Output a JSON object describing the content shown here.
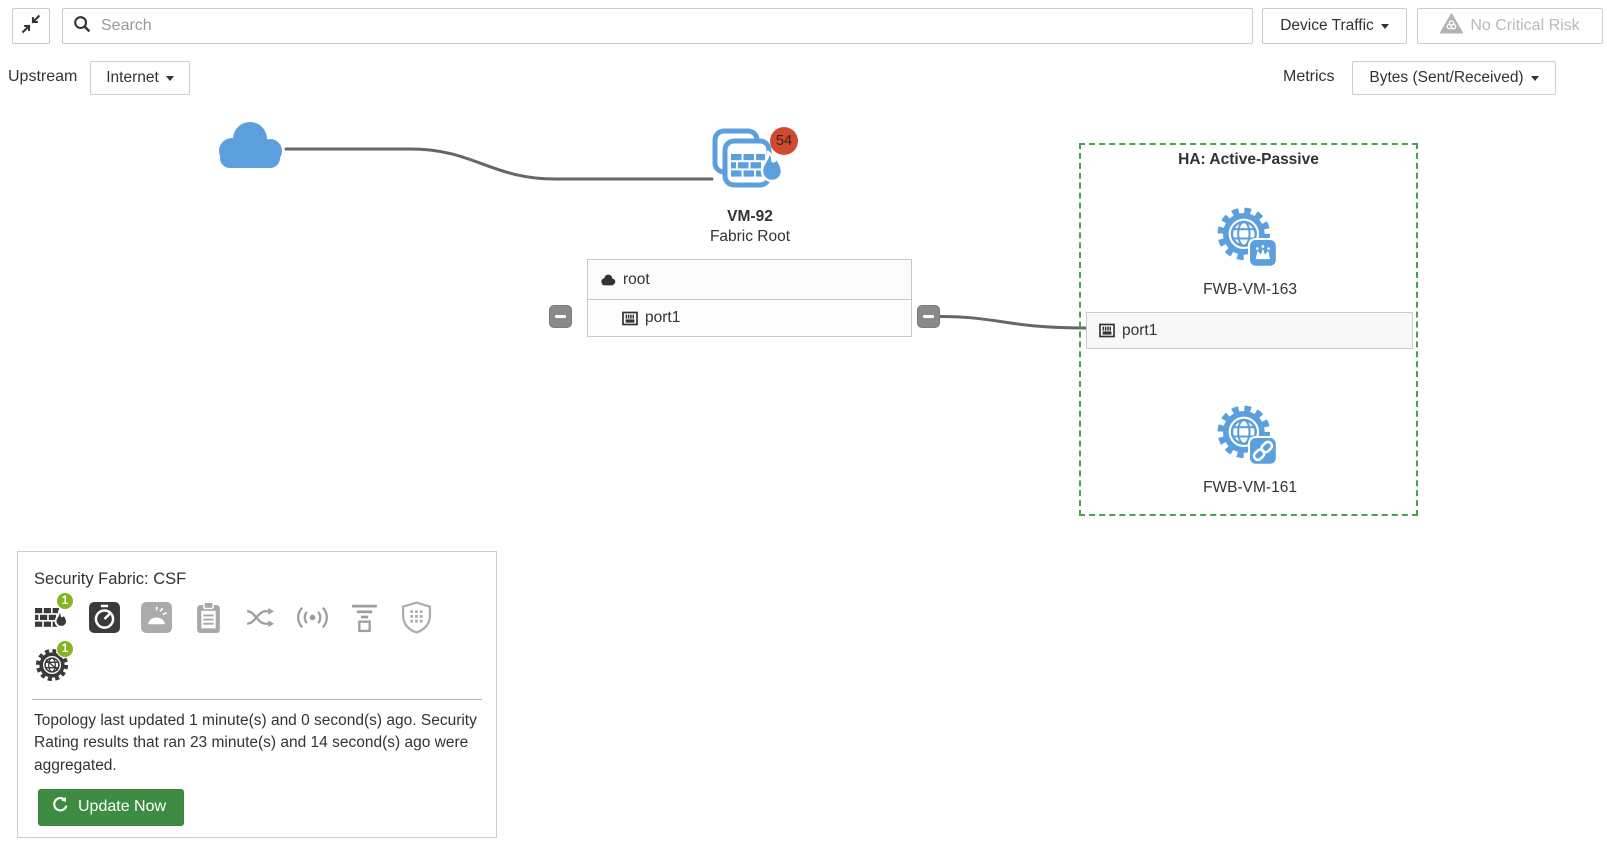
{
  "topbar": {
    "search": {
      "placeholder": "Search"
    },
    "device_traffic": {
      "label": "Device Traffic"
    },
    "risk": {
      "label": "No Critical Risk"
    }
  },
  "toolbar": {
    "upstream_label": "Upstream",
    "upstream_value": "Internet",
    "metrics_label": "Metrics",
    "metrics_value": "Bytes (Sent/Received)"
  },
  "topology": {
    "fabric_root": {
      "name": "VM-92",
      "role": "Fabric Root",
      "vuln_count": "54"
    },
    "vdom_table": {
      "vdom": "root",
      "port": "port1"
    },
    "ha_group": {
      "title": "HA: Active-Passive",
      "primary_name": "FWB-VM-163",
      "secondary_name": "FWB-VM-161",
      "port": "port1"
    }
  },
  "fabric_panel": {
    "title": "Security Fabric: CSF",
    "fortigate_badge": "1",
    "fortiweb_badge": "1",
    "status_text": "Topology last updated 1 minute(s) and 0 second(s) ago. Security Rating results that ran 23 minute(s) and 14 second(s) ago were aggregated.",
    "update_button_label": "Update Now"
  },
  "colors": {
    "accent_blue": "#5b9fdc",
    "vuln_badge_red": "#cf4a30",
    "fabric_badge_green": "#84b51e",
    "ha_border_green": "#4aa34c",
    "update_button_green": "#3e8c44",
    "link_gray": "#666666"
  }
}
